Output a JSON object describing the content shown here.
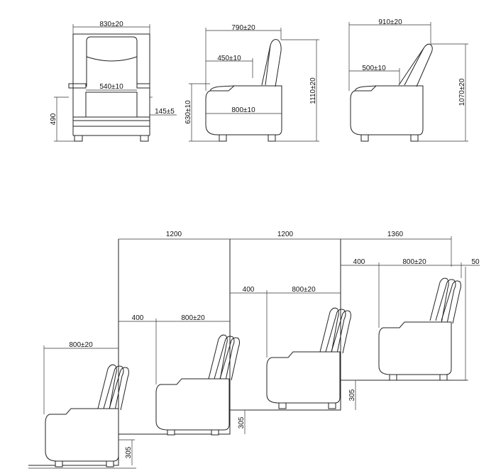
{
  "front_view": {
    "overall_width": "830±20",
    "seat_width": "540±10",
    "arm_height": "490",
    "arm_offset": "145±5"
  },
  "side_view_upright": {
    "overall_depth": "790±20",
    "seat_depth": "450±10",
    "seat_length": "800±10",
    "seat_height": "630±10",
    "overall_height": "1110±20"
  },
  "side_view_reclined": {
    "overall_depth": "910±20",
    "seat_depth": "500±10",
    "overall_height": "1070±20"
  },
  "tiered_layout": {
    "row_spacing_1": "1200",
    "row_spacing_2": "1200",
    "row_spacing_3": "1360",
    "aisle_1": "400",
    "aisle_2": "400",
    "aisle_3": "400",
    "chair_depth_1": "800±20",
    "chair_depth_2": "800±20",
    "chair_depth_3": "800±20",
    "chair_depth_4": "800±20",
    "wall_gap": "50",
    "step_rise_1": "305",
    "step_rise_2": "305",
    "step_rise_3": "305"
  }
}
